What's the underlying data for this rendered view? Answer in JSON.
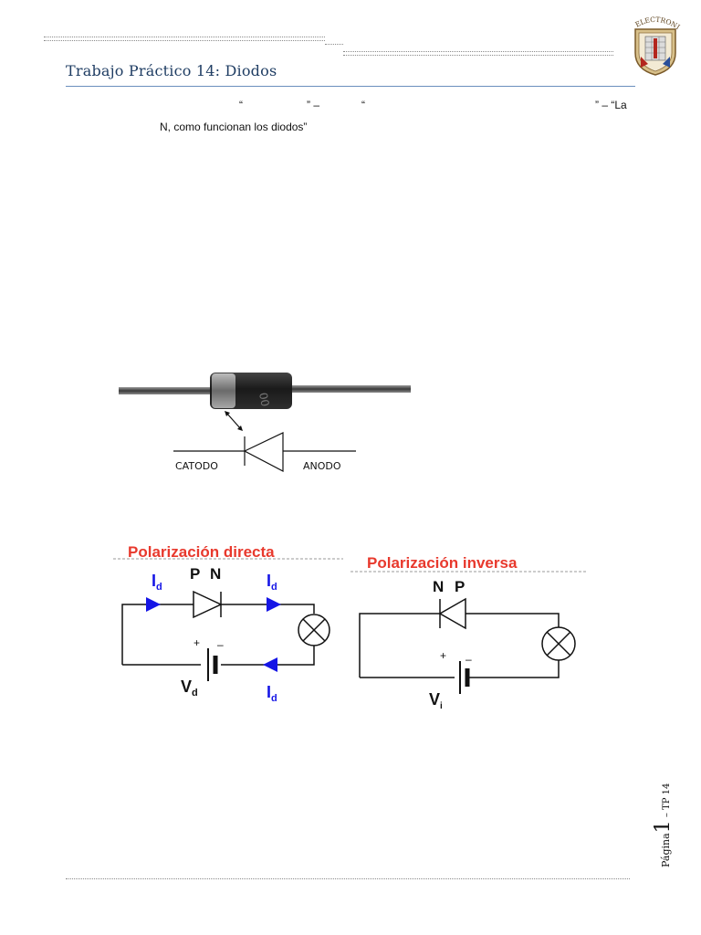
{
  "header": {
    "title": "Trabajo Práctico 14: Diodos",
    "logo_text": "ELECTRONICA"
  },
  "body": {
    "quote_1": "“",
    "quote_2": "” –",
    "quote_3": "“",
    "quote_4": "” – “La",
    "line_2": "N, como funcionan los diodos”"
  },
  "diode_figure": {
    "cathode_label": "CATODO",
    "anode_label": "ANODO"
  },
  "circuit_direct": {
    "title": "Polarización directa",
    "p_label": "P",
    "n_label": "N",
    "current_symbol": "I",
    "current_sub": "d",
    "plus": "+",
    "minus": "–",
    "voltage_symbol": "V",
    "voltage_sub": "d"
  },
  "circuit_inverse": {
    "title": "Polarización inversa",
    "n_label": "N",
    "p_label": "P",
    "plus": "+",
    "minus": "–",
    "voltage_symbol": "V",
    "voltage_sub": "i"
  },
  "footer": {
    "page_word": "Página",
    "page_number": "1",
    "dash": " – ",
    "doc_ref": "TP 14"
  },
  "colors": {
    "title_text": "#1f3d63",
    "rule": "#6b8fbd",
    "circuit_title": "#e8392d",
    "arrow_blue": "#1515e6"
  }
}
